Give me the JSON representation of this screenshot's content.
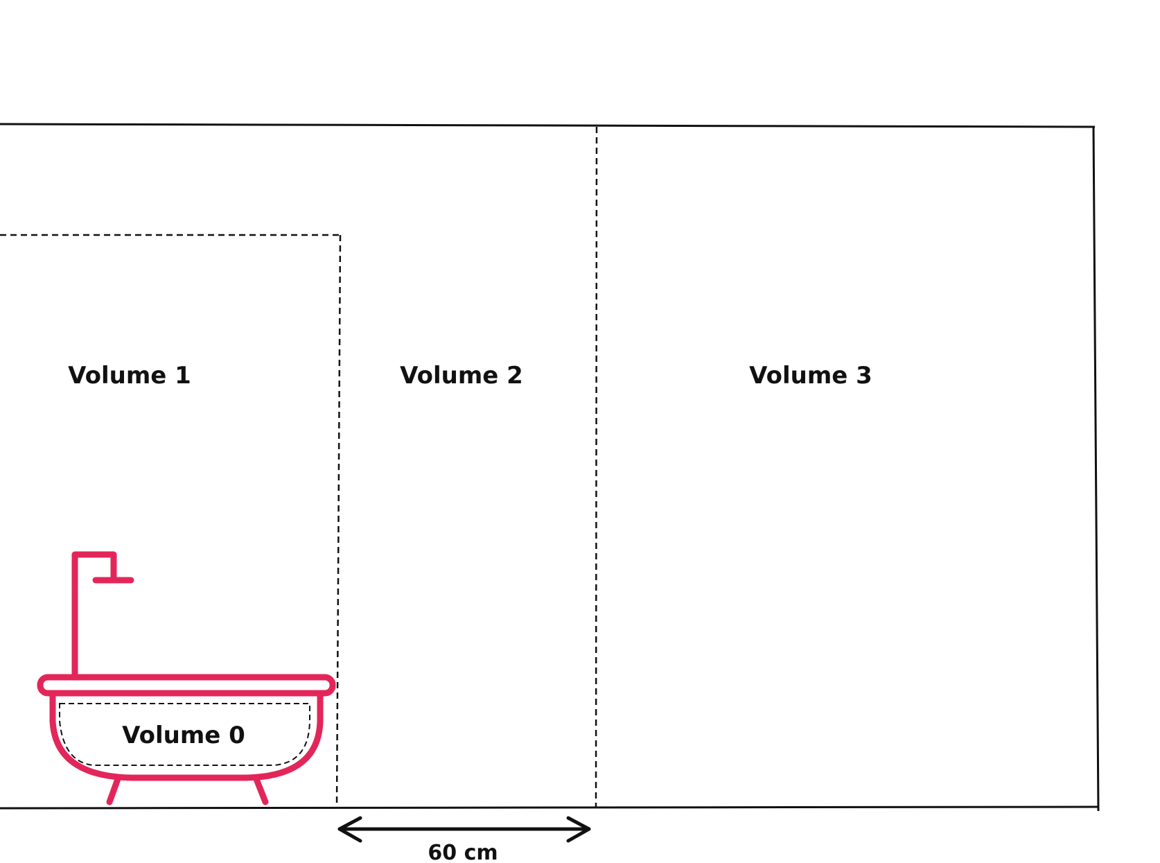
{
  "zones": {
    "volume_0": "Volume 0",
    "volume_1": "Volume 1",
    "volume_2": "Volume 2",
    "volume_3": "Volume 3"
  },
  "dimension": {
    "label": "60 cm"
  },
  "icons": {
    "bathtub": "bathtub-with-shower-icon"
  },
  "colors": {
    "bathtub": "#e3265a",
    "lines": "#111111"
  }
}
